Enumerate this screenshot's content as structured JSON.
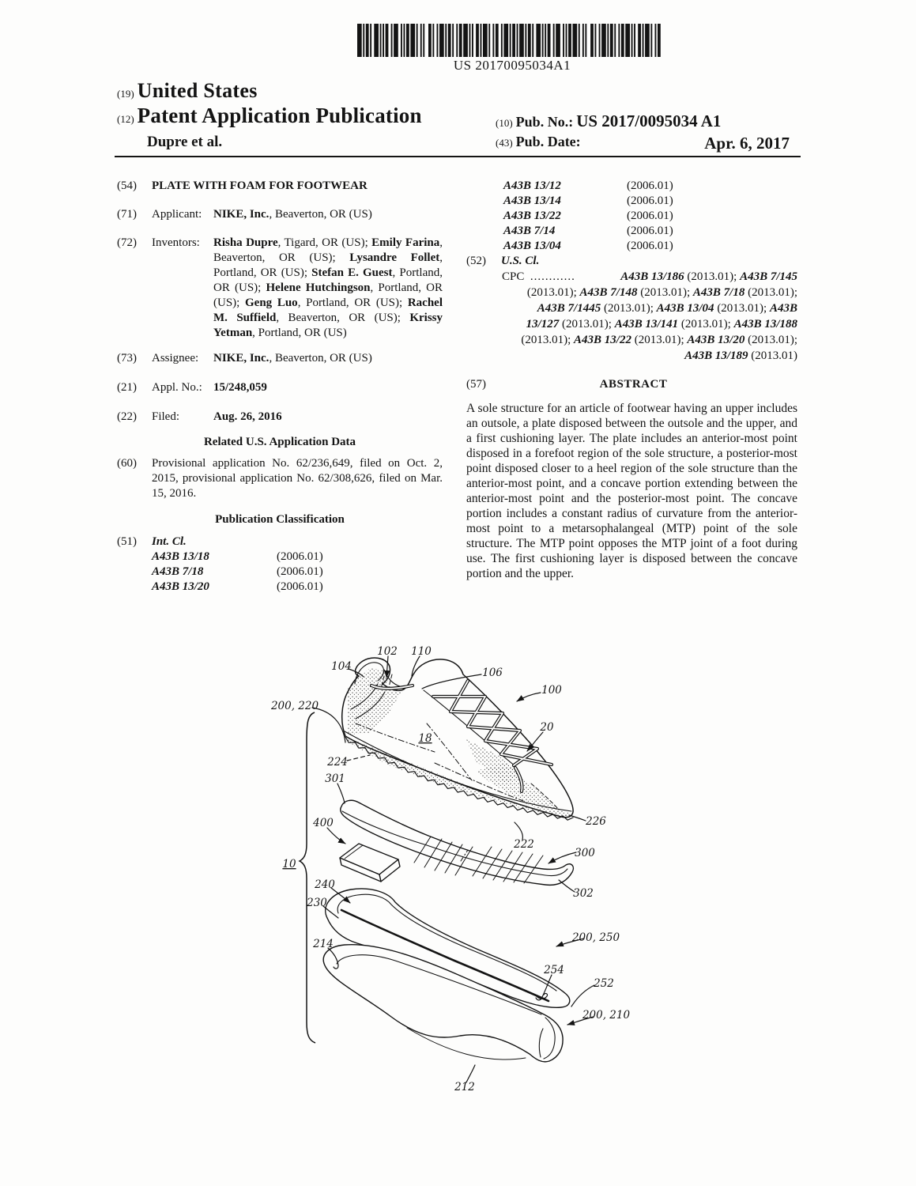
{
  "barcode_text": "US 20170095034A1",
  "header": {
    "country_code": "(19)",
    "country": "United States",
    "kind_code": "(12)",
    "kind": "Patent Application Publication",
    "authors": "Dupre et al.",
    "pub_no_code": "(10)",
    "pub_no_label": "Pub. No.:",
    "pub_no": "US 2017/0095034 A1",
    "pub_date_code": "(43)",
    "pub_date_label": "Pub. Date:",
    "pub_date": "Apr. 6, 2017"
  },
  "left": {
    "title_code": "(54)",
    "title": "PLATE WITH FOAM FOR FOOTWEAR",
    "applicant_code": "(71)",
    "applicant_label": "Applicant:",
    "applicant_name": "NIKE, Inc.",
    "applicant_rest": ", Beaverton, OR (US)",
    "inventors_code": "(72)",
    "inventors_label": "Inventors:",
    "inventors": [
      {
        "name": "Risha Dupre",
        "rest": ", Tigard, OR (US); "
      },
      {
        "name": "Emily Farina",
        "rest": ", Beaverton, OR (US); "
      },
      {
        "name": "Lysandre Follet",
        "rest": ", Portland, OR (US); "
      },
      {
        "name": "Stefan E. Guest",
        "rest": ", Portland, OR (US); "
      },
      {
        "name": "Helene Hutchingson",
        "rest": ", Portland, OR (US); "
      },
      {
        "name": "Geng Luo",
        "rest": ", Portland, OR (US); "
      },
      {
        "name": "Rachel M. Suffield",
        "rest": ", Beaverton, OR (US); "
      },
      {
        "name": "Krissy Yetman",
        "rest": ", Portland, OR (US)"
      }
    ],
    "assignee_code": "(73)",
    "assignee_label": "Assignee:",
    "assignee_name": "NIKE, Inc.",
    "assignee_rest": ", Beaverton, OR (US)",
    "appl_no_code": "(21)",
    "appl_no_label": "Appl. No.:",
    "appl_no": "15/248,059",
    "filed_code": "(22)",
    "filed_label": "Filed:",
    "filed_date": "Aug. 26, 2016",
    "related_heading": "Related U.S. Application Data",
    "related_code": "(60)",
    "related_text": "Provisional application No. 62/236,649, filed on Oct. 2, 2015, provisional application No. 62/308,626, filed on Mar. 15, 2016.",
    "pub_class_heading": "Publication Classification",
    "int_cl_code": "(51)",
    "int_cl_label": "Int. Cl.",
    "int_cl": [
      {
        "code": "A43B 13/18",
        "date": "(2006.01)"
      },
      {
        "code": "A43B 7/18",
        "date": "(2006.01)"
      },
      {
        "code": "A43B 13/20",
        "date": "(2006.01)"
      }
    ]
  },
  "right": {
    "int_cl": [
      {
        "code": "A43B 13/12",
        "date": "(2006.01)"
      },
      {
        "code": "A43B 13/14",
        "date": "(2006.01)"
      },
      {
        "code": "A43B 13/22",
        "date": "(2006.01)"
      },
      {
        "code": "A43B 7/14",
        "date": "(2006.01)"
      },
      {
        "code": "A43B 13/04",
        "date": "(2006.01)"
      }
    ],
    "us_cl_code": "(52)",
    "us_cl_label": "U.S. Cl.",
    "cpc_label": "CPC",
    "cpc_dots": "............",
    "cpc": [
      {
        "code": "A43B 13/186",
        "date": "(2013.01)"
      },
      {
        "code": "A43B 7/145",
        "date": "(2013.01)"
      },
      {
        "code": "A43B 7/148",
        "date": "(2013.01)"
      },
      {
        "code": "A43B 7/18",
        "date": "(2013.01)"
      },
      {
        "code": "A43B 7/1445",
        "date": "(2013.01)"
      },
      {
        "code": "A43B 13/04",
        "date": "(2013.01)"
      },
      {
        "code": "A43B 13/127",
        "date": "(2013.01)"
      },
      {
        "code": "A43B 13/141",
        "date": "(2013.01)"
      },
      {
        "code": "A43B 13/188",
        "date": "(2013.01)"
      },
      {
        "code": "A43B 13/22",
        "date": "(2013.01)"
      },
      {
        "code": "A43B 13/20",
        "date": "(2013.01)"
      },
      {
        "code": "A43B 13/189",
        "date": "(2013.01)"
      }
    ],
    "abstract_code": "(57)",
    "abstract_heading": "ABSTRACT",
    "abstract_text": "A sole structure for an article of footwear having an upper includes an outsole, a plate disposed between the outsole and the upper, and a first cushioning layer. The plate includes an anterior-most point disposed in a forefoot region of the sole structure, a posterior-most point disposed closer to a heel region of the sole structure than the anterior-most point, and a concave portion extending between the anterior-most point and the posterior-most point. The concave portion includes a constant radius of curvature from the anterior-most point to a metarsophalangeal (MTP) point of the sole structure. The MTP point opposes the MTP joint of a foot during use. The first cushioning layer is disposed between the concave portion and the upper."
  },
  "figure": {
    "labels": [
      {
        "id": "l200_220",
        "text": "200, 220"
      },
      {
        "id": "l104",
        "text": "104"
      },
      {
        "id": "l102",
        "text": "102"
      },
      {
        "id": "l110",
        "text": "110"
      },
      {
        "id": "l106",
        "text": "106"
      },
      {
        "id": "l100",
        "text": "100"
      },
      {
        "id": "l20",
        "text": "20"
      },
      {
        "id": "l18",
        "text": "18"
      },
      {
        "id": "l224",
        "text": "224"
      },
      {
        "id": "l301",
        "text": "301"
      },
      {
        "id": "l400",
        "text": "400"
      },
      {
        "id": "l226",
        "text": "226"
      },
      {
        "id": "l222",
        "text": "222"
      },
      {
        "id": "l300",
        "text": "300"
      },
      {
        "id": "l10",
        "text": "10"
      },
      {
        "id": "l240",
        "text": "240"
      },
      {
        "id": "l302",
        "text": "302"
      },
      {
        "id": "l230",
        "text": "230"
      },
      {
        "id": "l214",
        "text": "214"
      },
      {
        "id": "l200_250",
        "text": "200, 250"
      },
      {
        "id": "l254",
        "text": "254"
      },
      {
        "id": "l252",
        "text": "252"
      },
      {
        "id": "l200_210",
        "text": "200, 210"
      },
      {
        "id": "l212",
        "text": "212"
      }
    ]
  }
}
